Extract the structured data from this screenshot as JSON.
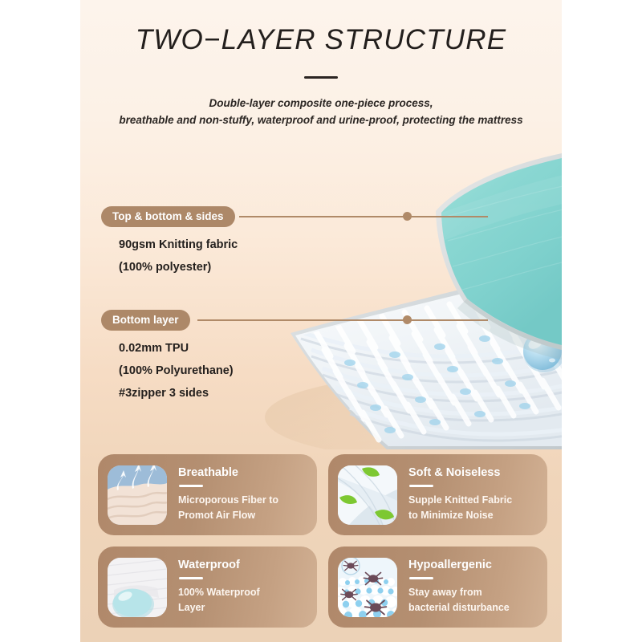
{
  "header": {
    "title": "TWO−LAYER STRUCTURE",
    "subtitle_line1": "Double-layer composite one-piece process,",
    "subtitle_line2": "breathable and non-stuffy, waterproof and urine-proof, protecting the mattress"
  },
  "callouts": [
    {
      "pill": "Top & bottom & sides",
      "line1": "90gsm Knitting fabric",
      "line2": "(100% polyester)",
      "line3": ""
    },
    {
      "pill": "Bottom layer",
      "line1": "0.02mm TPU",
      "line2": "(100% Polyurethane)",
      "line3": "#3zipper 3 sides"
    }
  ],
  "features": [
    {
      "title": "Breathable",
      "desc_line1": "Microporous Fiber to",
      "desc_line2": "Promot Air Flow",
      "thumb": "breathable-fabric-airflow-thumbnail"
    },
    {
      "title": "Soft & Noiseless",
      "desc_line1": "Supple Knitted Fabric",
      "desc_line2": "to Minimize Noise",
      "thumb": "soft-knitted-fabric-leaves-thumbnail"
    },
    {
      "title": "Waterproof",
      "desc_line1": "100% Waterproof",
      "desc_line2": "Layer",
      "thumb": "water-droplet-on-fabric-thumbnail"
    },
    {
      "title": "Hypoallergenic",
      "desc_line1": "Stay away from",
      "desc_line2": "bacterial disturbance",
      "thumb": "dust-mite-lattice-thumbnail"
    }
  ],
  "product": {
    "top_layer_label": "teal-knit-top-layer",
    "bottom_layer_label": "white-woven-tpu-bottom-layer",
    "droplet_label": "water-droplet"
  },
  "colors": {
    "panel_top": "#fdf4ec",
    "panel_bottom": "#ecd2b7",
    "accent_tan": "#ad8868",
    "card_tan": "#b0886a",
    "teal": "#88d6d2",
    "text_dark": "#231f1d"
  }
}
